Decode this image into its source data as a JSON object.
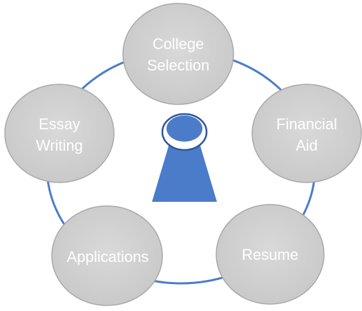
{
  "diagram": {
    "colors": {
      "ring": "#4a7cc9",
      "node_fill": "#d0d0d0",
      "node_stroke": "#a8a8a8",
      "label": "#ffffff",
      "figure": "#4a7cc9"
    },
    "center_icon": "person-icon",
    "nodes": [
      {
        "id": "college-selection",
        "lines": [
          "College",
          "Selection"
        ]
      },
      {
        "id": "financial-aid",
        "lines": [
          "Financial",
          "Aid"
        ]
      },
      {
        "id": "resume",
        "lines": [
          "Resume"
        ]
      },
      {
        "id": "applications",
        "lines": [
          "Applications"
        ]
      },
      {
        "id": "essay-writing",
        "lines": [
          "Essay",
          "Writing"
        ]
      }
    ]
  }
}
